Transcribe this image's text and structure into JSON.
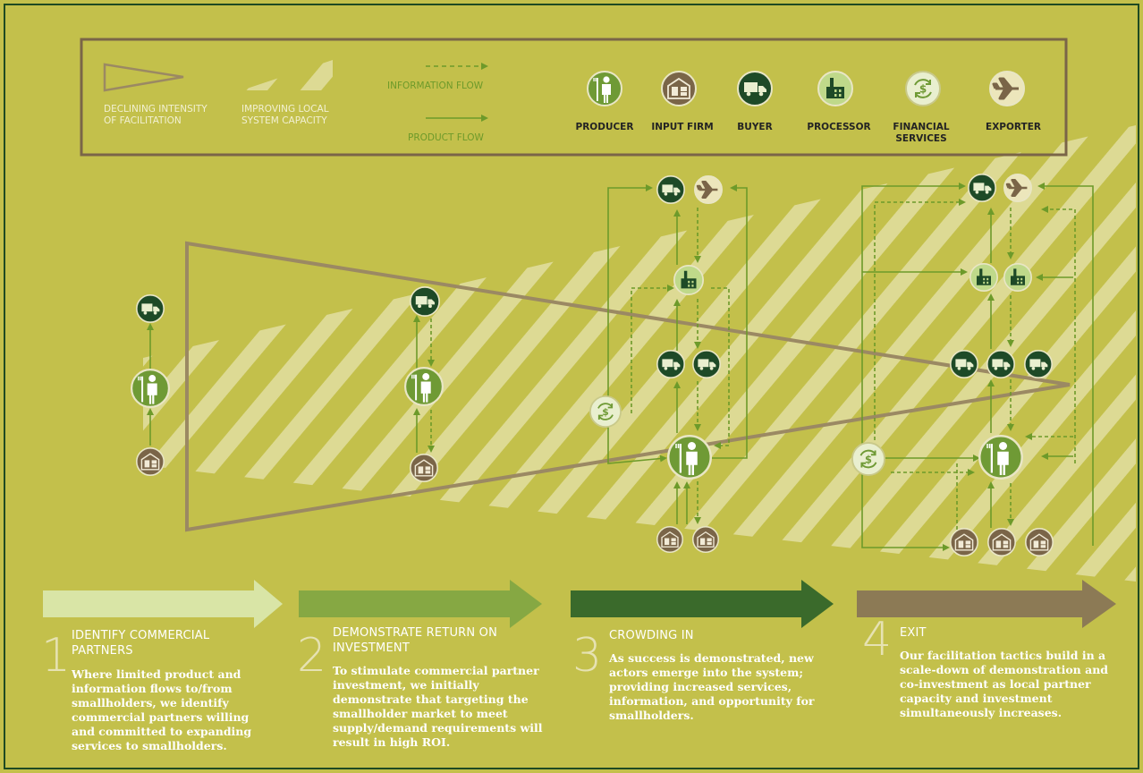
{
  "legend": {
    "declining": [
      "DECLINING INTENSITY",
      "OF FACILITATION"
    ],
    "improving": [
      "IMPROVING LOCAL",
      "SYSTEM CAPACITY"
    ],
    "info_flow": "INFORMATION FLOW",
    "product_flow": "PRODUCT FLOW",
    "actors": [
      "PRODUCER",
      "INPUT FIRM",
      "BUYER",
      "PROCESSOR",
      "FINANCIAL",
      "SERVICES",
      "EXPORTER"
    ]
  },
  "stages": [
    {
      "num": "1",
      "title": [
        "IDENTIFY COMMERCIAL",
        "PARTNERS"
      ],
      "body": [
        "Where limited product and",
        "information flows to/from",
        "smallholders, we identify",
        "commercial partners willing",
        "and committed to expanding",
        "services to smallholders."
      ]
    },
    {
      "num": "2",
      "title": [
        "DEMONSTRATE RETURN ON",
        "INVESTMENT"
      ],
      "body": [
        "To stimulate commercial partner",
        "investment, we initially",
        "demonstrate that targeting the",
        "smallholder market to meet",
        "supply/demand requirements will",
        "result in high ROI."
      ]
    },
    {
      "num": "3",
      "title": [
        "CROWDING IN"
      ],
      "body": [
        "As success is demonstrated, new",
        "actors emerge into the system;",
        "providing increased services,",
        "information, and opportunity for",
        "smallholders."
      ]
    },
    {
      "num": "4",
      "title": [
        "EXIT"
      ],
      "body": [
        "Our facilitation tactics build in a",
        "scale-down of demonstration and",
        "co-investment as local partner",
        "capacity and investment",
        "simultaneously increases."
      ]
    }
  ],
  "colors": {
    "background": "#c3c04b",
    "producer": "#6f9a35",
    "input_firm": "#7a6548",
    "buyer": "#1e4a27",
    "processor": "#bfd98a",
    "financial": "#e9efcf",
    "exporter": "#ece6bb"
  }
}
